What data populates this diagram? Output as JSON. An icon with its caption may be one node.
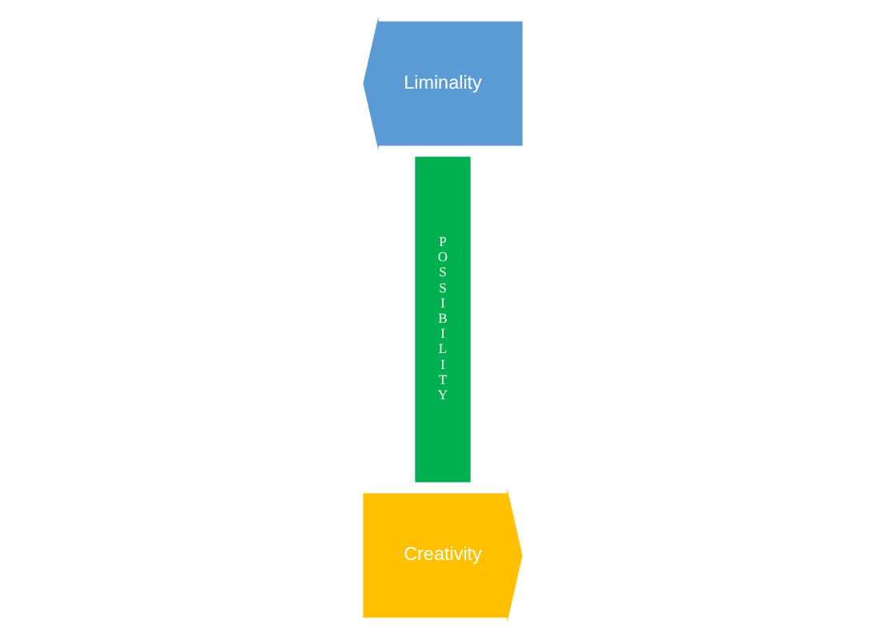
{
  "diagram": {
    "nodes": [
      {
        "text": [
          "Creativity"
        ]
      },
      {
        "text": [
          "POSSIBILITY"
        ]
      },
      {
        "text": [
          "Liminality"
        ]
      }
    ]
  }
}
